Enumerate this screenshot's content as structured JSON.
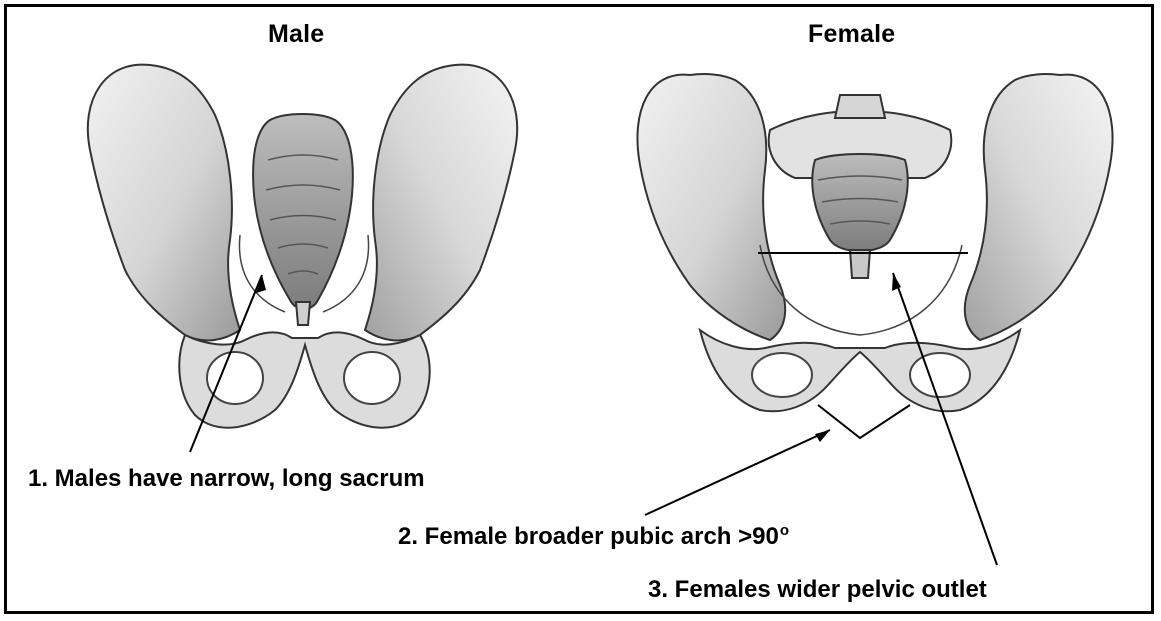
{
  "headings": {
    "male": "Male",
    "female": "Female"
  },
  "labels": {
    "sacrum": "1.  Males have narrow, long sacrum",
    "pubic_arch": "2.  Female broader pubic arch >90",
    "pubic_arch_superscript": "o",
    "pelvic_outlet": "3.  Females wider pelvic outlet"
  },
  "colors": {
    "bone": "#e6e6e6",
    "bone_shadow": "#8e8e8e",
    "bone_outline": "#3a3a3a",
    "ink": "#000000"
  }
}
